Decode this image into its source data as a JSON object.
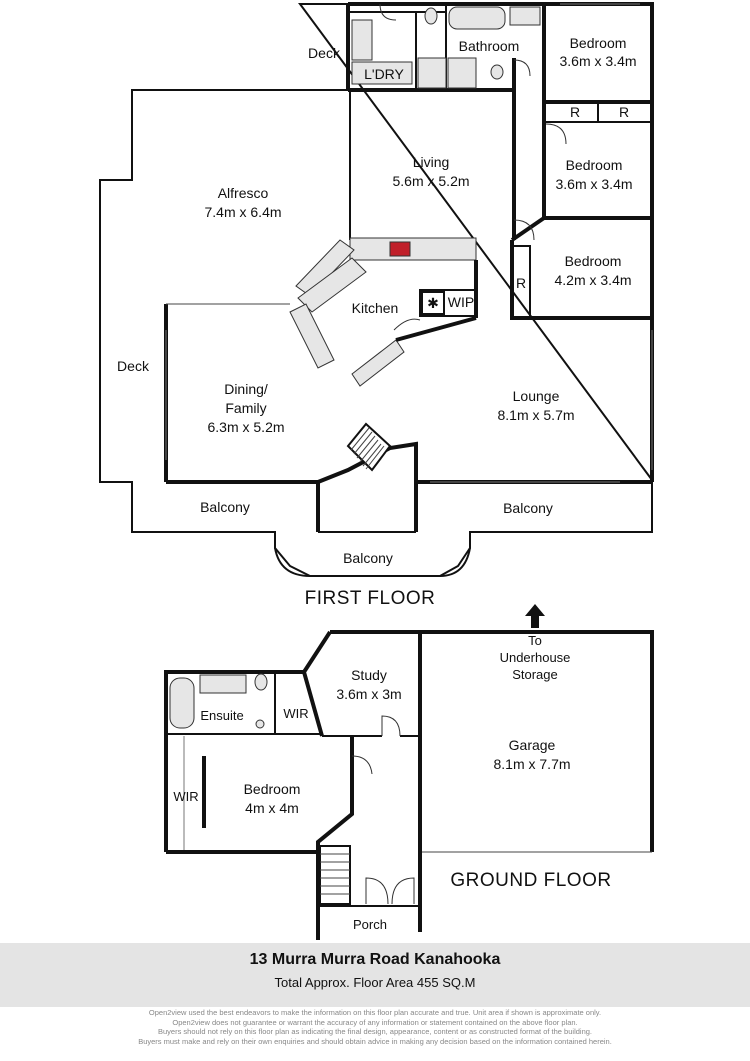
{
  "first_floor": {
    "title": "FIRST FLOOR",
    "rooms": {
      "deck_top": "Deck",
      "laundry": "L'DRY",
      "bathroom": "Bathroom",
      "bedroom1_name": "Bedroom",
      "bedroom1_size": "3.6m x 3.4m",
      "robe1": "R",
      "robe2": "R",
      "living_name": "Living",
      "living_size": "5.6m x 5.2m",
      "bedroom2_name": "Bedroom",
      "bedroom2_size": "3.6m x 3.4m",
      "alfresco_name": "Alfresco",
      "alfresco_size": "7.4m x 6.4m",
      "bedroom3_name": "Bedroom",
      "bedroom3_size": "4.2m x 3.4m",
      "robe3": "R",
      "kitchen": "Kitchen",
      "wip": "WIP",
      "deck_left": "Deck",
      "dining_name_1": "Dining/",
      "dining_name_2": "Family",
      "dining_size": "6.3m x 5.2m",
      "lounge_name": "Lounge",
      "lounge_size": "8.1m x 5.7m",
      "balcony_left": "Balcony",
      "balcony_right": "Balcony",
      "balcony_bottom": "Balcony"
    }
  },
  "ground_floor": {
    "title": "GROUND FLOOR",
    "rooms": {
      "storage_1": "To",
      "storage_2": "Underhouse",
      "storage_3": "Storage",
      "study_name": "Study",
      "study_size": "3.6m x 3m",
      "ensuite": "Ensuite",
      "wir_top": "WIR",
      "garage_name": "Garage",
      "garage_size": "8.1m x 7.7m",
      "wir_left": "WIR",
      "bedroom_name": "Bedroom",
      "bedroom_size": "4m x 4m",
      "porch": "Porch"
    }
  },
  "footer": {
    "address": "13 Murra Murra Road Kanahooka",
    "floor_area": "Total Approx. Floor Area 455 SQ.M"
  },
  "disclaimer": {
    "line1": "Open2view used the best endeavors to make the information on this floor plan accurate and true. Unit area if shown is approximate only.",
    "line2": "Open2view does not guarantee or warrant the accuracy of any information or statement contained on the above floor plan.",
    "line3": "Buyers should not rely on this floor plan as indicating the final design, appearance, content or as constructed format of the building.",
    "line4": "Buyers must make and rely on their own enquiries and should obtain advice in making any decision based on the information contained herein."
  }
}
